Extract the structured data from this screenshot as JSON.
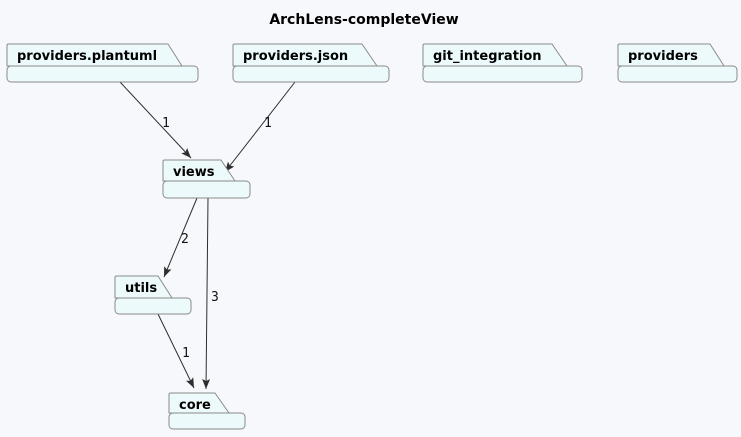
{
  "diagram": {
    "title": "ArchLens-completeView",
    "packages": [
      {
        "name": "providers.plantuml"
      },
      {
        "name": "providers.json"
      },
      {
        "name": "git_integration"
      },
      {
        "name": "providers"
      },
      {
        "name": "views"
      },
      {
        "name": "utils"
      },
      {
        "name": "core"
      }
    ],
    "edges": [
      {
        "from": "providers.plantuml",
        "to": "views",
        "label": "1"
      },
      {
        "from": "providers.json",
        "to": "views",
        "label": "1"
      },
      {
        "from": "views",
        "to": "utils",
        "label": "2"
      },
      {
        "from": "views",
        "to": "core",
        "label": "3"
      },
      {
        "from": "utils",
        "to": "core",
        "label": "1"
      }
    ],
    "colors": {
      "background": "#f7f8fc",
      "package_fill": "#edfafb",
      "package_border": "#8a8a8a",
      "edge": "#2e2e2e",
      "text": "#000000"
    }
  }
}
